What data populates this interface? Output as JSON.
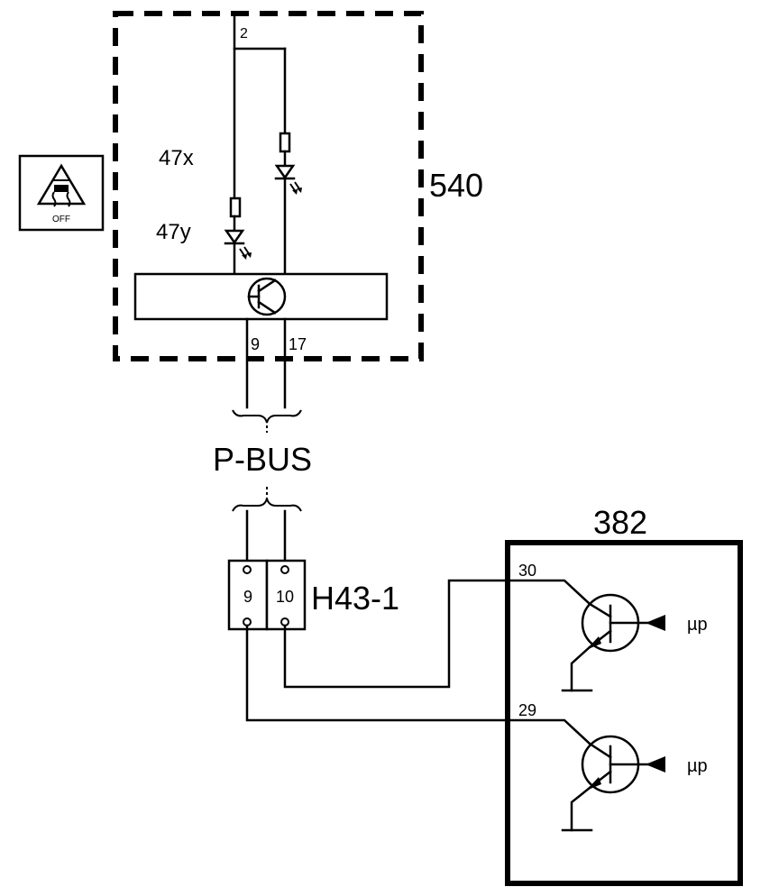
{
  "module_540": {
    "label": "540",
    "pin_top": "2",
    "pin_left": "9",
    "pin_right": "17",
    "led_x_label": "47x",
    "led_y_label": "47y"
  },
  "indicator": {
    "text": "OFF",
    "icon": "traction-control-off-icon"
  },
  "bus": {
    "label": "P-BUS"
  },
  "connector": {
    "label": "H43-1",
    "pin_left": "9",
    "pin_right": "10"
  },
  "module_382": {
    "label": "382",
    "pin_upper": "30",
    "pin_lower": "29",
    "input_upper": "µp",
    "input_lower": "µp"
  }
}
